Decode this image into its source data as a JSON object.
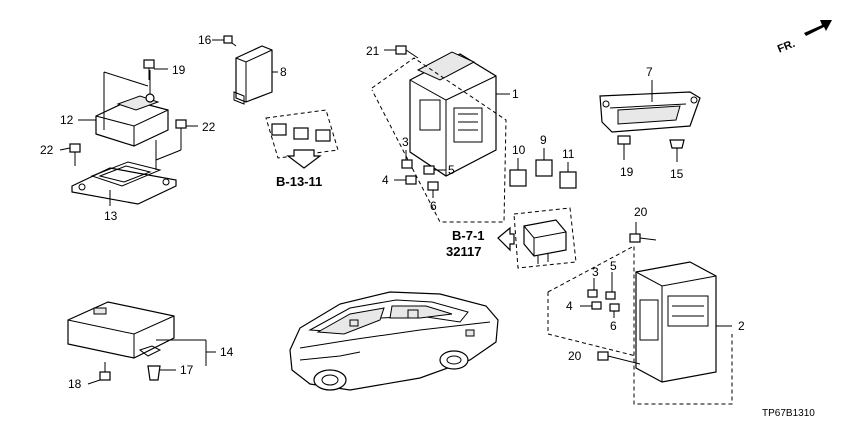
{
  "diagram": {
    "part_numbers": [
      "1",
      "2",
      "3",
      "4",
      "5",
      "6",
      "8",
      "9",
      "10",
      "11",
      "12",
      "13",
      "14",
      "15",
      "16",
      "17",
      "18",
      "19",
      "20",
      "21",
      "22"
    ],
    "labels": {
      "p1": "1",
      "p2": "2",
      "p3a": "3",
      "p4a": "4",
      "p5a": "5",
      "p6a": "6",
      "p3b": "3",
      "p4b": "4",
      "p5b": "5",
      "p6b": "6",
      "p7": "7",
      "p8": "8",
      "p9": "9",
      "p10": "10",
      "p11": "11",
      "p12": "12",
      "p13": "13",
      "p14": "14",
      "p15": "15",
      "p16": "16",
      "p17": "17",
      "p18": "18",
      "p19a": "19",
      "p19b": "19",
      "p20a": "20",
      "p20b": "20",
      "p21": "21",
      "p22a": "22",
      "p22b": "22"
    },
    "references": {
      "b13": "B-13-11",
      "b7": "B-7-1",
      "b7num": "32117"
    },
    "direction": "FR.",
    "drawing_code": "TP67B1310"
  }
}
